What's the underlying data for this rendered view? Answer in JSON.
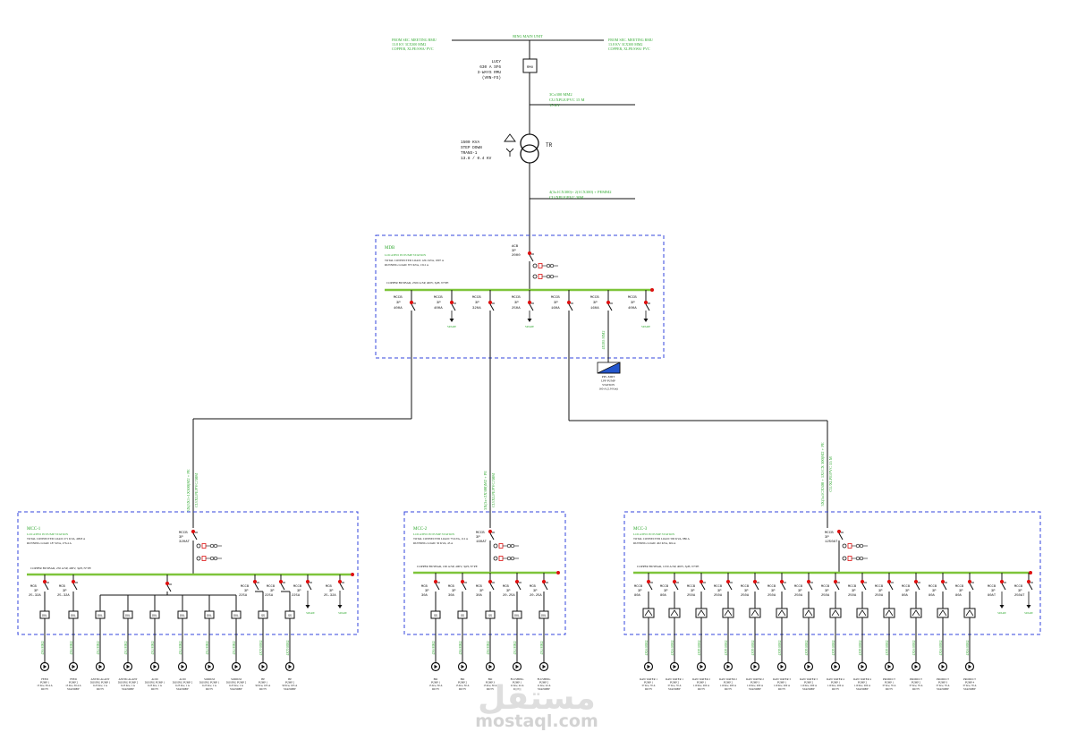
{
  "rmu": {
    "header": "RING MAIN UNIT",
    "box_label": "RMU",
    "desc": [
      "LUCY",
      "630 A SF6",
      "3-WAYS RMU",
      "(VRN-FS)"
    ],
    "feeder_left": [
      "FROM SEC. MEETING RMU",
      "13.8 KV 3CX300 MM2",
      "COPPER, XLPE/SWA/ PVC"
    ],
    "feeder_right": [
      "FROM SEC. MEETING RMU",
      "13.8 KV 3CX300 MM2",
      "COPPER, XLPE/SWA/ PVC"
    ]
  },
  "hv_cable": [
    "3Cx300 MM2",
    "CU/XPLE/PVC 15 M",
    "15 KV"
  ],
  "transformer": {
    "label": "TR",
    "desc": [
      "1500 KVA",
      "STEP DOWN",
      "TRANS-1",
      "13.8 / 0.4 KV"
    ]
  },
  "lv_cable": [
    "4(3x1CX300)+ 2(1CX300) + PEMM2",
    "CU/XPLE/PVC 30M"
  ],
  "mdb": {
    "title": "MDB",
    "location": "LOCATED IN PUMP STATION",
    "load1": "TOTAL CONNECTED LOAD: 1261 KVA, 1897 A",
    "load2": "RUNNING LOAD: 873 KVA, 1312 A",
    "acb": [
      "ACB",
      "3P",
      "2000"
    ],
    "busbar": "COPPER BUSBAR, 2500 A/SP, 400V, 3pH, N+PE",
    "breakers": [
      {
        "type": "MCCB",
        "poles": "3P",
        "rating": "400A"
      },
      {
        "type": "MCCB",
        "poles": "3P",
        "rating": "400A"
      },
      {
        "type": "MCCB",
        "poles": "3P",
        "rating": "320A"
      },
      {
        "type": "MCCB",
        "poles": "3P",
        "rating": "250A"
      },
      {
        "type": "MCCB",
        "poles": "3P",
        "rating": "160A"
      },
      {
        "type": "MCCB",
        "poles": "3P",
        "rating": "160A"
      },
      {
        "type": "MCCB",
        "poles": "3P",
        "rating": "400A"
      }
    ],
    "spares": [
      "SPARE",
      "SPARE",
      "SPARE"
    ],
    "lpp_cable": "4X185 MM2",
    "lpp_label": [
      "PPL-MDT",
      "LPP PUMP",
      "STATION",
      "160 A (2.9 Km)"
    ]
  },
  "feeder_cables": {
    "mcc1": [
      "3X(3X1+1X300)M2 + PE",
      "CU/XLPE/PVC/30M"
    ],
    "mcc2": [
      "3X(3x+2X300)M2 + PE",
      "CU/XLPE/PVC/30M"
    ],
    "mcc3": [
      "3X(3x1CX300 + 1X1CX 300)M2 + PE",
      "CU/XLPE/PVC 55 M"
    ]
  },
  "mcc1": {
    "title": "MCC-1",
    "location": "LOCATED IN PUMP STATION",
    "load1": "TOTAL CONNECTED LOAD: 271 KVA, 408.8 A",
    "load2": "RUNNING LOAD: 187 KVA, 276.4 A",
    "incomer": [
      "MCCB",
      "3P",
      "320AT"
    ],
    "busbar": "COPPER BUSBAR, 250 A/SP, 400V, 3pH, N+PE",
    "breakers": [
      {
        "type": "MCB",
        "poles": "3P",
        "rating": "25-32A"
      },
      {
        "type": "MCB",
        "poles": "3P",
        "rating": "25-32A"
      },
      {
        "type": "MCCB",
        "poles": "3P",
        "rating": "225A"
      },
      {
        "type": "MCCB",
        "poles": "3P",
        "rating": "225A"
      },
      {
        "type": "MCCB",
        "poles": "3P",
        "rating": "225A"
      },
      {
        "type": "MCB",
        "poles": "3P",
        "rating": "25-32A"
      }
    ],
    "spares": [
      "SPARE",
      "SPARE"
    ],
    "starters": [
      "DOL",
      "DOL",
      "DOL",
      "DOL",
      "DOL",
      "DOL",
      "DOL",
      "DOL",
      "SS",
      "SS"
    ],
    "cables": [
      "4X6 MM2",
      "4X6 MM2",
      "4X4 MM2",
      "4X4 MM2",
      "4X4 MM2",
      "4X4 MM2",
      "4X4 MM2",
      "4X4 MM2",
      "4X70 MM2",
      "4X70 MM2"
    ],
    "loads": [
      [
        "FEED",
        "PUMP 1",
        "15 Kw, 30.4 A",
        "DUTY"
      ],
      [
        "FEED",
        "PUMP 2",
        "15 Kw, 30.4 A",
        "STANDBY"
      ],
      [
        "ANTISCALANT",
        "DOSING PUMP 1",
        "0.25 Kw, 1 A",
        "DUTY"
      ],
      [
        "ANTISCALANT",
        "DOSING PUMP 2",
        "0.25 Kw, 1 A",
        "STANDBY"
      ],
      [
        "ACID",
        "DOSING PUMP 1",
        "0.25 Kw, 1 A",
        "DUTY"
      ],
      [
        "ACID",
        "DOSING PUMP 2",
        "0.25 Kw, 1 A",
        "STANDBY"
      ],
      [
        "SODIUM",
        "DOSING PUMP 1",
        "0.25 Kw, 1 A",
        "DUTY"
      ],
      [
        "SODIUM",
        "DOSING PUMP 2",
        "0.25 Kw, 1 A",
        "STANDBY"
      ],
      [
        "HP",
        "PUMP 1",
        "90 Kw, 165 A",
        "DUTY"
      ],
      [
        "HP",
        "PUMP 2",
        "90 Kw, 165 A",
        "STANDBY"
      ]
    ]
  },
  "mcc2": {
    "title": "MCC-2",
    "location": "LOCATED IN PUMP STATION",
    "load1": "TOTAL CONNECTED LOAD: 75 KVA, 112 A",
    "load2": "RUNNING LOAD: 30 KVA, 45 A",
    "incomer": [
      "MCCB",
      "3P",
      "160AT"
    ],
    "busbar": "COPPER BUSBAR, 160 A/SP, 400V, 3pH, N+PE",
    "breakers": [
      {
        "type": "MCB",
        "poles": "3P",
        "rating": "30A"
      },
      {
        "type": "MCB",
        "poles": "3P",
        "rating": "30A"
      },
      {
        "type": "MCB",
        "poles": "3P",
        "rating": "30A"
      },
      {
        "type": "MCB",
        "poles": "3P",
        "rating": "20-25A"
      },
      {
        "type": "MCB",
        "poles": "3P",
        "rating": "20-25A"
      }
    ],
    "starters": [
      "SS",
      "SS",
      "SS",
      "DOL",
      "DOL"
    ],
    "cables": [
      "4X6 MM2",
      "4X6 MM2",
      "4X6 MM2",
      "4X4 MM2",
      "4X4 MM2"
    ],
    "loads": [
      [
        "ERI",
        "PUMP 1",
        "15 Kw, 30 A",
        "DUTY"
      ],
      [
        "ERI",
        "PUMP 2",
        "15 Kw, 30 A",
        "DUTY"
      ],
      [
        "ERI",
        "PUMP 3",
        "15 Kw, 30 A",
        "DUTY"
      ],
      [
        "FLUSHING",
        "PUMP 1",
        "11 Kw, 22 A",
        "DUTY"
      ],
      [
        "FLUSHING",
        "PUMP 2",
        "11 Kw, 22 A",
        "STANDBY"
      ]
    ]
  },
  "mcc3": {
    "title": "MCC-3",
    "location": "LOCATED IN PUMP STATION",
    "load1": "TOTAL CONNECTED LOAD: 590 KVA, 886 A",
    "load2": "RUNNING LOAD: 402 KVA, 604 A",
    "incomer": [
      "MCCB",
      "3P",
      "1250AT"
    ],
    "busbar": "COPPER BUSBAR, 1250 A/SP, 400V, 3pH, N+PE",
    "breakers": [
      {
        "type": "MCCB",
        "poles": "3P",
        "rating": "80A"
      },
      {
        "type": "MCCB",
        "poles": "3P",
        "rating": "80A"
      },
      {
        "type": "MCCB",
        "poles": "3P",
        "rating": "250A"
      },
      {
        "type": "MCCB",
        "poles": "3P",
        "rating": "250A"
      },
      {
        "type": "MCCB",
        "poles": "3P",
        "rating": "250A"
      },
      {
        "type": "MCCB",
        "poles": "3P",
        "rating": "250A"
      },
      {
        "type": "MCCB",
        "poles": "3P",
        "rating": "250A"
      },
      {
        "type": "MCCB",
        "poles": "3P",
        "rating": "250A"
      },
      {
        "type": "MCCB",
        "poles": "3P",
        "rating": "250A"
      },
      {
        "type": "MCCB",
        "poles": "3P",
        "rating": "250A"
      },
      {
        "type": "MCCB",
        "poles": "3P",
        "rating": "80A"
      },
      {
        "type": "MCCB",
        "poles": "3P",
        "rating": "80A"
      },
      {
        "type": "MCCB",
        "poles": "3P",
        "rating": "80A"
      },
      {
        "type": "MCCB",
        "poles": "3P",
        "rating": "80AT"
      },
      {
        "type": "MCCB",
        "poles": "3P",
        "rating": "250AT"
      }
    ],
    "spares": [
      "SPARE",
      "SPARE"
    ],
    "cables": [
      "4X16 MM2",
      "4X16 MM2",
      "4X95 MM2",
      "4X95 MM2",
      "4X95 MM2",
      "4X95 MM2",
      "4X95 MM2",
      "4X95 MM2",
      "4X95 MM2",
      "4X95 MM2",
      "4X16 MM2",
      "4X16 MM2",
      "4X16 MM2"
    ],
    "loads": [
      [
        "RAW WATER 1",
        "PUMP 1",
        "37 Kw, 70 A",
        "DUTY"
      ],
      [
        "RAW WATER 1",
        "PUMP 2",
        "37 Kw, 70 A",
        "STANDBY"
      ],
      [
        "RAW WATER 2",
        "PUMP 1",
        "110 Kw, 200 A",
        "DUTY"
      ],
      [
        "RAW WATER 2",
        "PUMP 2",
        "110 Kw, 200 A",
        "DUTY"
      ],
      [
        "RAW WATER 2",
        "PUMP 3",
        "110 Kw, 200 A",
        "STANDBY"
      ],
      [
        "RAW WATER 3",
        "PUMP 1",
        "110 Kw, 200 A",
        "DUTY"
      ],
      [
        "RAW WATER 3",
        "PUMP 2",
        "110 Kw, 200 A",
        "STANDBY"
      ],
      [
        "RAW WATER 4",
        "PUMP 1",
        "110 Kw, 200 A",
        "DUTY"
      ],
      [
        "RAW WATER 4",
        "PUMP 2",
        "110 Kw, 200 A",
        "STANDBY"
      ],
      [
        "PRODUCT",
        "PUMP 1",
        "37 Kw, 70 A",
        "DUTY"
      ],
      [
        "PRODUCT",
        "PUMP 2",
        "37 Kw, 70 A",
        "DUTY"
      ],
      [
        "PRODUCT",
        "PUMP 3",
        "37 Kw, 70 A",
        "STANDBY"
      ],
      [
        "PRODUCT",
        "PUMP 4",
        "37 Kw, 70 A",
        "STANDBY"
      ]
    ]
  },
  "watermark": {
    "arabic": "مستقل",
    "latin": "mostaql.com"
  },
  "colors": {
    "line": "#111111",
    "label_green": "#2fa82f",
    "busbar": "#7ec43a",
    "panel_border": "#3344dd",
    "breaker_red": "#dd1111"
  }
}
